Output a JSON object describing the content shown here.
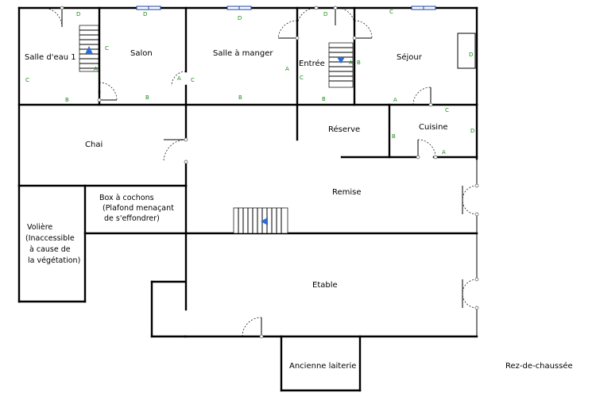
{
  "rooms": {
    "salle_eau": "Salle d'eau 1",
    "salon": "Salon",
    "salle_manger": "Salle à manger",
    "entree": "Entrée",
    "sejour": "Séjour",
    "reserve": "Réserve",
    "cuisine": "Cuisine",
    "chai": "Chai",
    "remise": "Remise",
    "box_line1": "Box à cochons",
    "box_line2": "(Plafond menaçant",
    "box_line3": "de s'effondrer)",
    "voliere_line1": "Volière",
    "voliere_line2": "(Inaccessible",
    "voliere_line3": "à cause de",
    "voliere_line4": "la végétation)",
    "etable": "Etable",
    "laiterie": "Ancienne laiterie"
  },
  "caption": "Rez-de-chaussée",
  "markers": {
    "a": "A",
    "b": "B",
    "c": "C",
    "d": "D"
  },
  "colors": {
    "wall": "#000000",
    "marker": "#1a8a1a",
    "window": "#1a3fa6",
    "stair_arrow": "#2a6cd6"
  }
}
